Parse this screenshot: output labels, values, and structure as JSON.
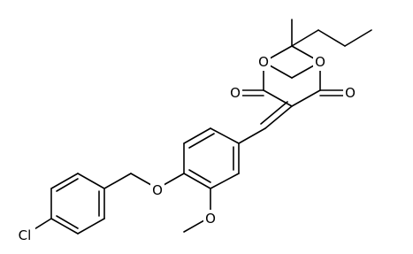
{
  "molecule": {
    "atoms": {
      "ring_o1": "O",
      "ring_o2": "O",
      "carbonyl_o_left": "O",
      "carbonyl_o_right": "O",
      "ether_o": "O",
      "methoxy_o": "O",
      "chlorine": "Cl"
    }
  }
}
